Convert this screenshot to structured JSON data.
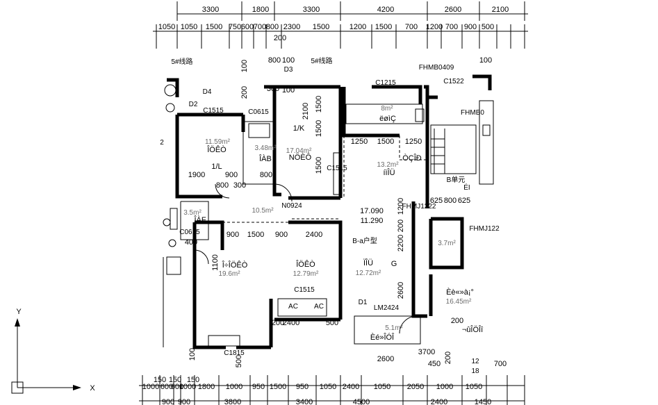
{
  "dims": {
    "top_row1": [
      "3300",
      "1800",
      "3300",
      "4200",
      "2600",
      "2100"
    ],
    "top_row2": [
      "1050",
      "1050",
      "1500",
      "750",
      "600",
      "700",
      "800",
      "2300",
      "1500",
      "1200",
      "1500",
      "700",
      "1200",
      "700",
      "900",
      "500"
    ],
    "top_row2_sub": "200",
    "bottom_row1": [
      "150",
      "150",
      "150"
    ],
    "bottom_row2": [
      "1000",
      "600",
      "600",
      "1000",
      "1800",
      "1000",
      "950",
      "1500",
      "950",
      "1050",
      "2400",
      "1050",
      "2050",
      "1000",
      "1050"
    ],
    "bottom_row3": [
      "900",
      "900",
      "3800",
      "3400",
      "4500",
      "2400",
      "1450"
    ],
    "inner": [
      "100",
      "800",
      "100",
      "200",
      "100",
      "2100",
      "1500",
      "1500",
      "1500",
      "1250",
      "1500",
      "1250",
      "1900",
      "900",
      "800",
      "625",
      "800",
      "625",
      "900",
      "1500",
      "900",
      "2400",
      "1100",
      "2400",
      "500",
      "1200",
      "2200",
      "2600",
      "200",
      "2600",
      "3700",
      "200",
      "100",
      "100",
      "800",
      "300",
      "200",
      "300",
      "500",
      "400",
      "450",
      "700",
      "200"
    ]
  },
  "room_labels": [
    "5#线路",
    "5#线路",
    "D2",
    "D3",
    "D4",
    "C1515",
    "C0615",
    "C1215",
    "C1522",
    "FHMB0409",
    "FHMB0",
    "8m²",
    "ëøìÇ",
    "1/K",
    "17.04m²",
    "NÖÈÔ",
    "11.59m²",
    "ÎÖÊÒ",
    "1/L",
    "3.48m²",
    "ÎÀB",
    "13.2m²",
    "íìÎÜ",
    "ÒÇÎÐ",
    "C1515",
    "N0924",
    "10.5m²",
    "B单元",
    "ÉI",
    "FHMJ1222",
    "FHMJ122",
    "17.090",
    "11.290",
    "B-a户型",
    "ÏÎÜ",
    "G",
    "12.72m²",
    "3.7m²",
    "Î÷ÎÖÊÒ",
    "19.6m²",
    "ÎÖÊÒ",
    "12.79m²",
    "C1515",
    "AC",
    "AC",
    "LM2424",
    "D1",
    "5.1m²",
    "Èé»ÎÓÎ",
    "Èè«»à¡°",
    "16.45m²",
    "¬ûÎÖÎî",
    "12",
    "18",
    "C1815",
    "C0615",
    "3.5m²",
    "ÎÀF",
    "2"
  ],
  "axis": {
    "x_label": "X",
    "y_label": "Y"
  }
}
